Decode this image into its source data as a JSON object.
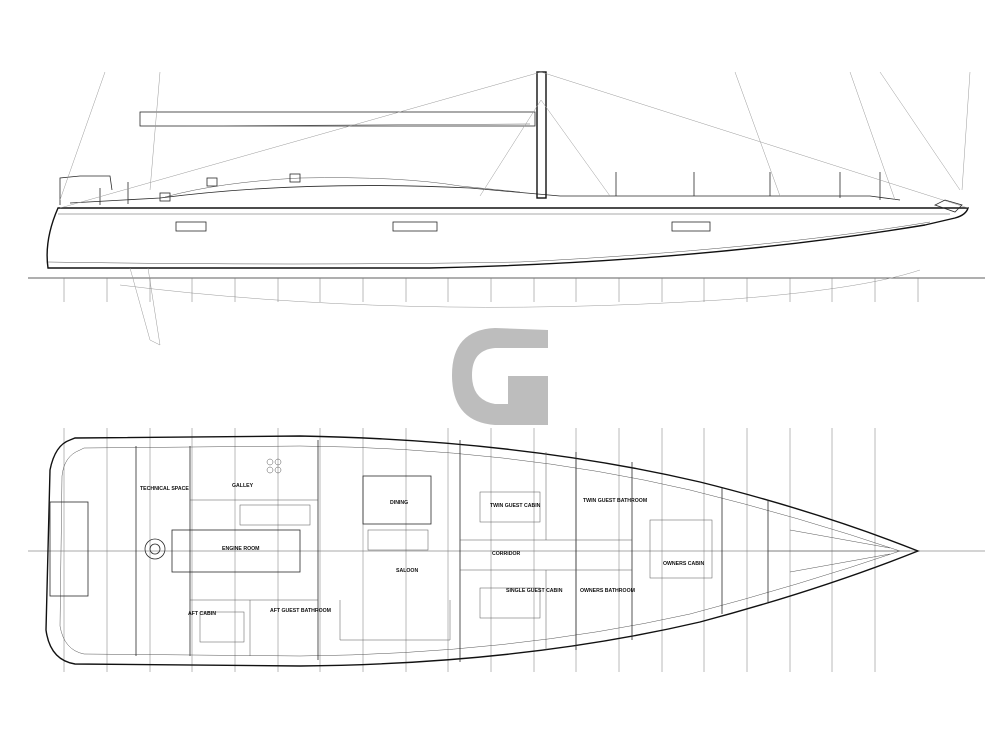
{
  "logo": {
    "letter": "G",
    "color": "#bdbdbd"
  },
  "rooms": {
    "technical_space": "TECHNICAL SPACE",
    "galley": "GALLEY",
    "engine_room": "ENGINE ROOM",
    "aft_cabin": "AFT CABIN",
    "aft_guest_bathroom": "AFT GUEST BATHROOM",
    "dining": "DINING",
    "saloon": "SALOON",
    "twin_guest_cabin": "TWIN GUEST CABIN",
    "twin_guest_bathroom": "TWIN GUEST BATHROOM",
    "corridor": "CORRIDOR",
    "single_guest_cabin": "SINGLE GUEST CABIN",
    "owners_bathroom": "OWNERS BATHROOM",
    "owners_cabin": "OWNERS CABIN"
  }
}
